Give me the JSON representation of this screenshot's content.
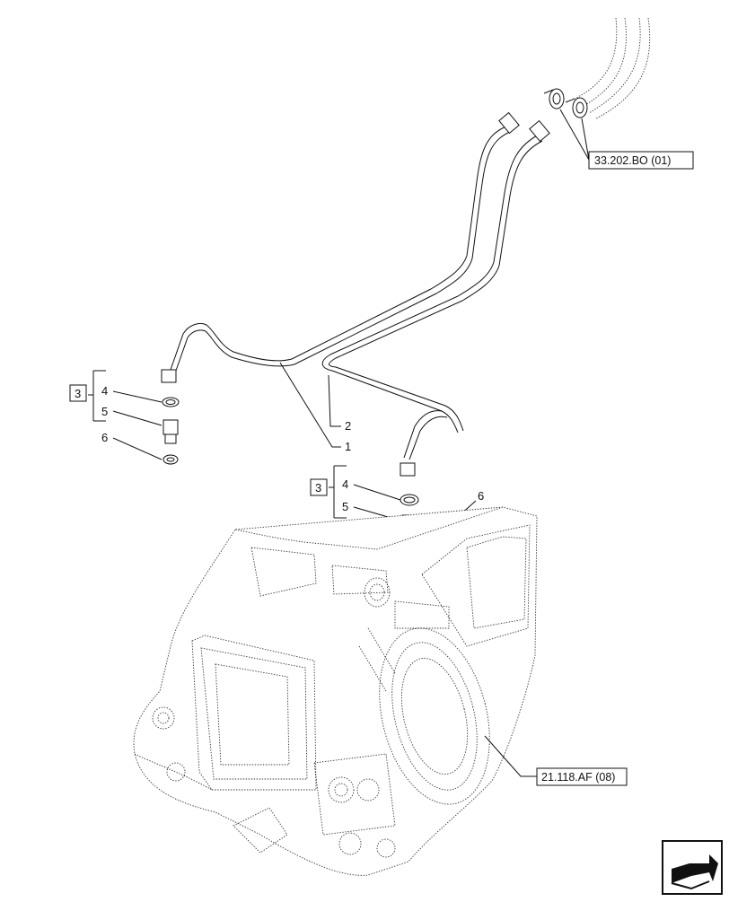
{
  "callouts": {
    "c1": "1",
    "c2": "2",
    "c3a": "3",
    "c3b": "3",
    "c4a": "4",
    "c4b": "4",
    "c5a": "5",
    "c5b": "5",
    "c6a": "6",
    "c6b": "6"
  },
  "references": {
    "hoses_ref": "33.202.BO (01)",
    "housing_ref": "21.118.AF (08)"
  },
  "nav_icon": "arrow-next-icon"
}
